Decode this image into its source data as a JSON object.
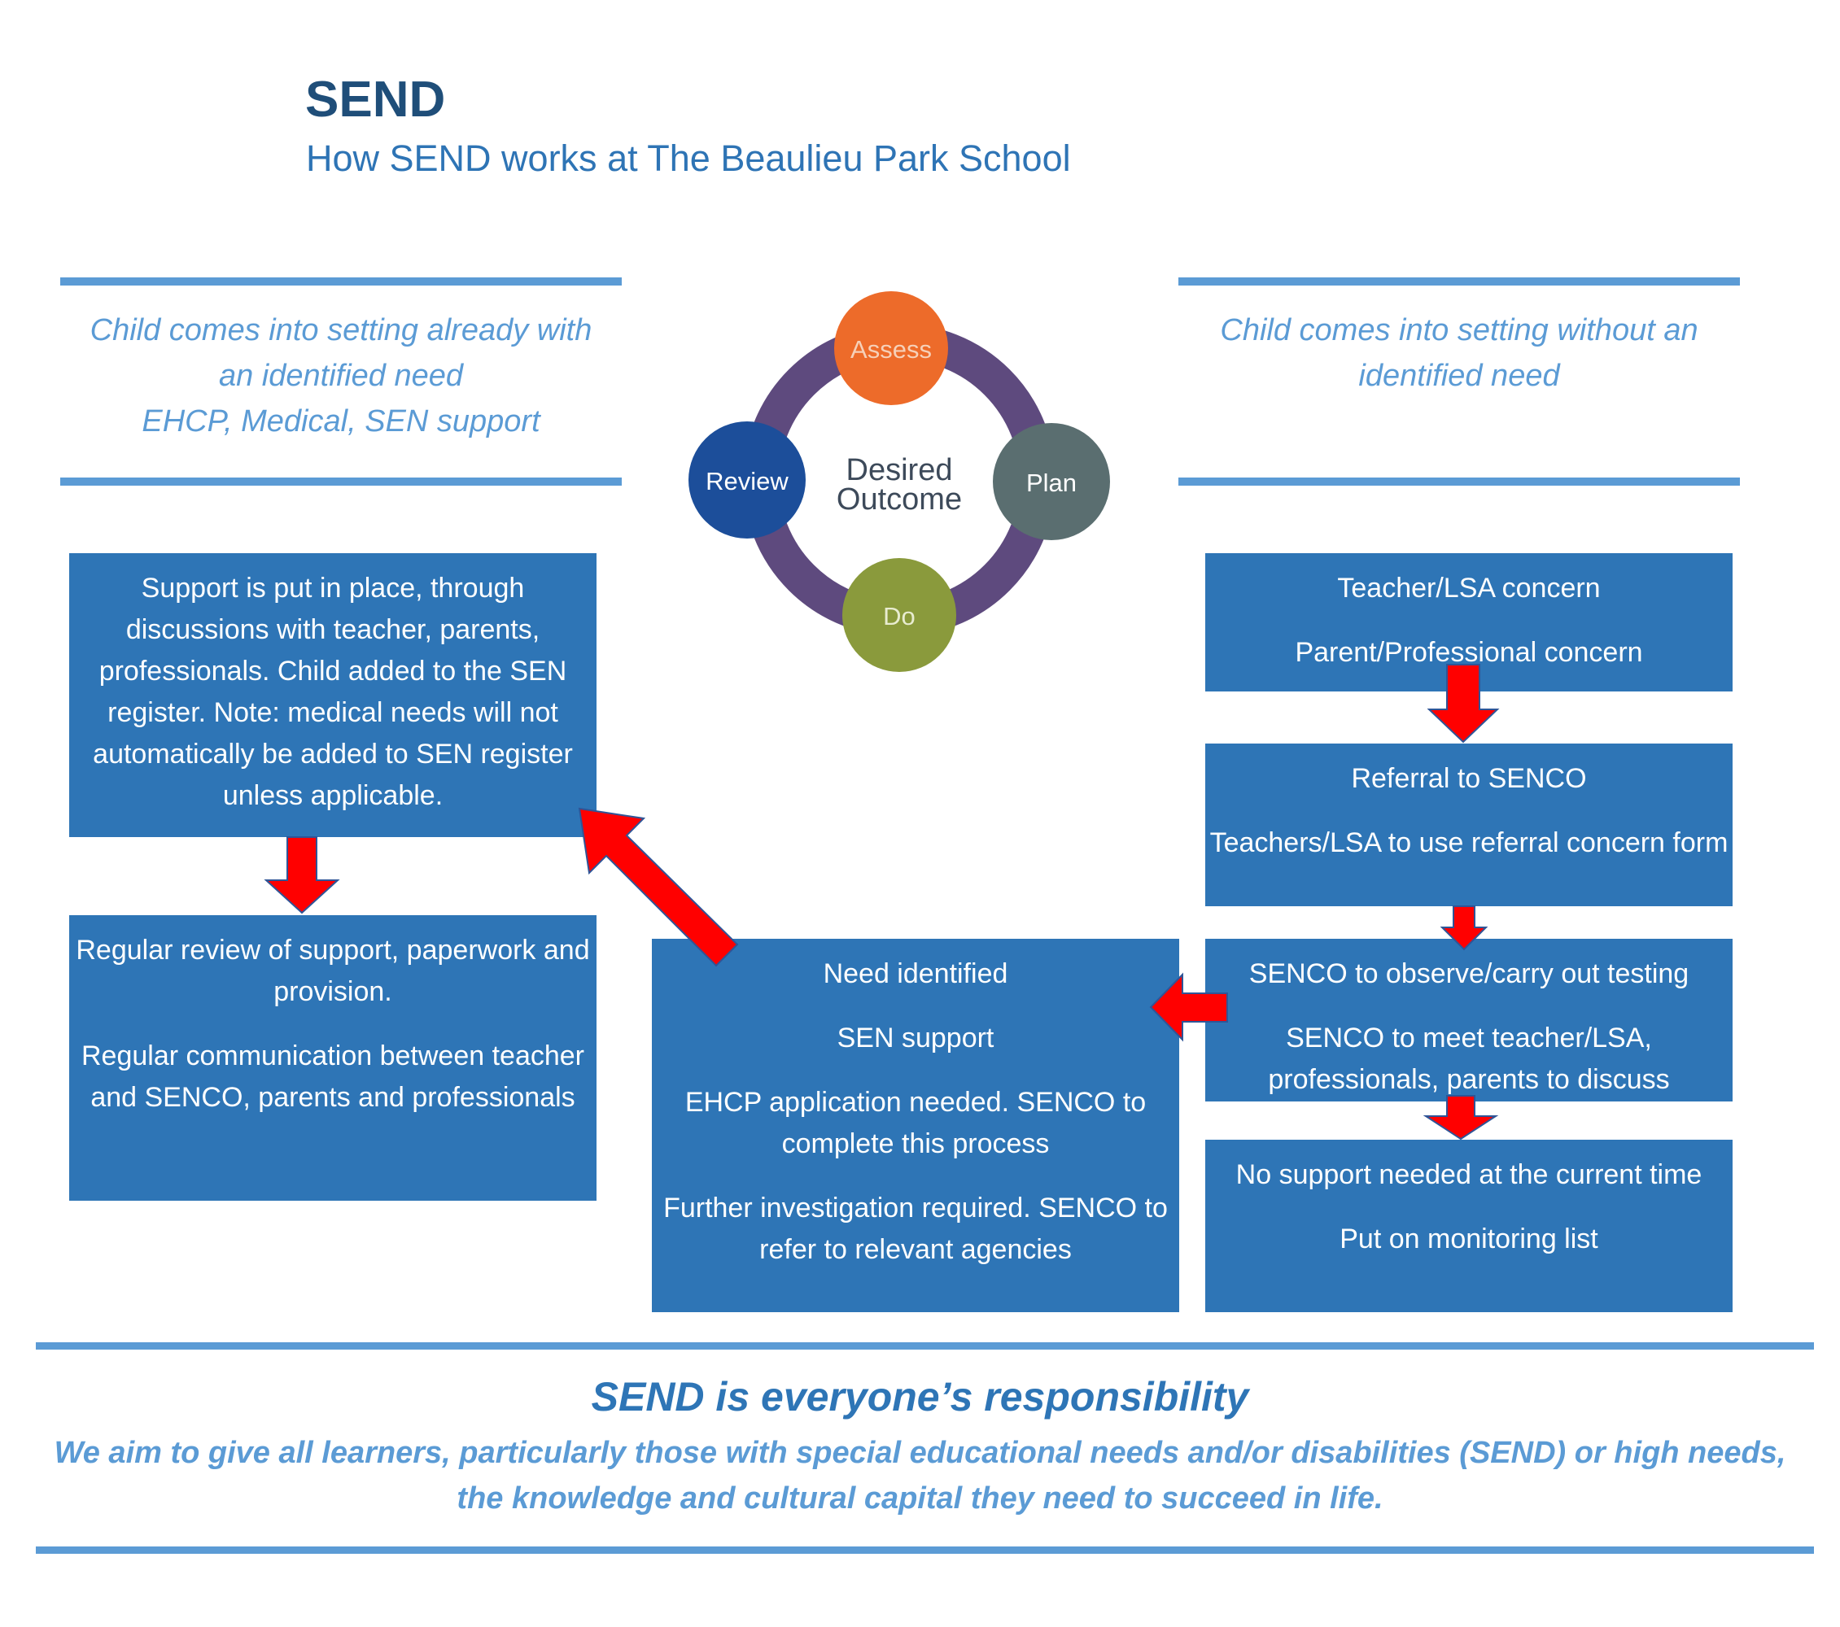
{
  "header": {
    "title": "SEND",
    "subtitle": "How SEND works at The Beaulieu Park School"
  },
  "left_intro": {
    "lines": [
      "Child comes into setting already with",
      "an identified need",
      "EHCP, Medical, SEN support"
    ]
  },
  "right_intro": {
    "lines": [
      "Child comes into setting without an",
      "identified need"
    ]
  },
  "cycle": {
    "center": [
      "Desired",
      "Outcome"
    ],
    "assess": "Assess",
    "plan": "Plan",
    "do": "Do",
    "review": "Review",
    "colors": {
      "ring": "#5e4a7e",
      "assess": "#ed6b2a",
      "plan": "#5a6e70",
      "do": "#8a9a3c",
      "review": "#1c4e9a"
    }
  },
  "boxes": {
    "support": {
      "paragraphs": [
        "Support is put in place, through discussions with teacher, parents, professionals. Child added to the SEN register. Note: medical needs will not automatically be added to SEN register unless applicable."
      ]
    },
    "review": {
      "paragraphs": [
        "Regular review of support, paperwork and provision.",
        "Regular communication between teacher and SENCO, parents and professionals"
      ]
    },
    "need": {
      "paragraphs": [
        "Need identified",
        "SEN support",
        "EHCP application needed. SENCO to complete this process",
        "Further investigation required. SENCO to refer to relevant agencies"
      ]
    },
    "concern": {
      "paragraphs": [
        "Teacher/LSA concern",
        "Parent/Professional concern"
      ]
    },
    "referral": {
      "paragraphs": [
        "Referral to SENCO",
        "Teachers/LSA to use referral concern form"
      ]
    },
    "senco": {
      "paragraphs": [
        "SENCO to observe/carry out testing",
        "SENCO to meet teacher/LSA, professionals, parents to discuss"
      ]
    },
    "nosupport": {
      "paragraphs": [
        "No support needed at the current time",
        "Put on monitoring list"
      ]
    }
  },
  "footer": {
    "heading": "SEND is everyone’s responsibility",
    "body": "We aim to give all learners, particularly those with special educational needs and/or disabilities (SEND) or high needs, the knowledge and cultural capital they need to succeed in life."
  },
  "colors": {
    "box": "#2e75b6",
    "rule": "#5b9bd5",
    "arrow": "#ff0000",
    "title": "#1f4e79"
  }
}
